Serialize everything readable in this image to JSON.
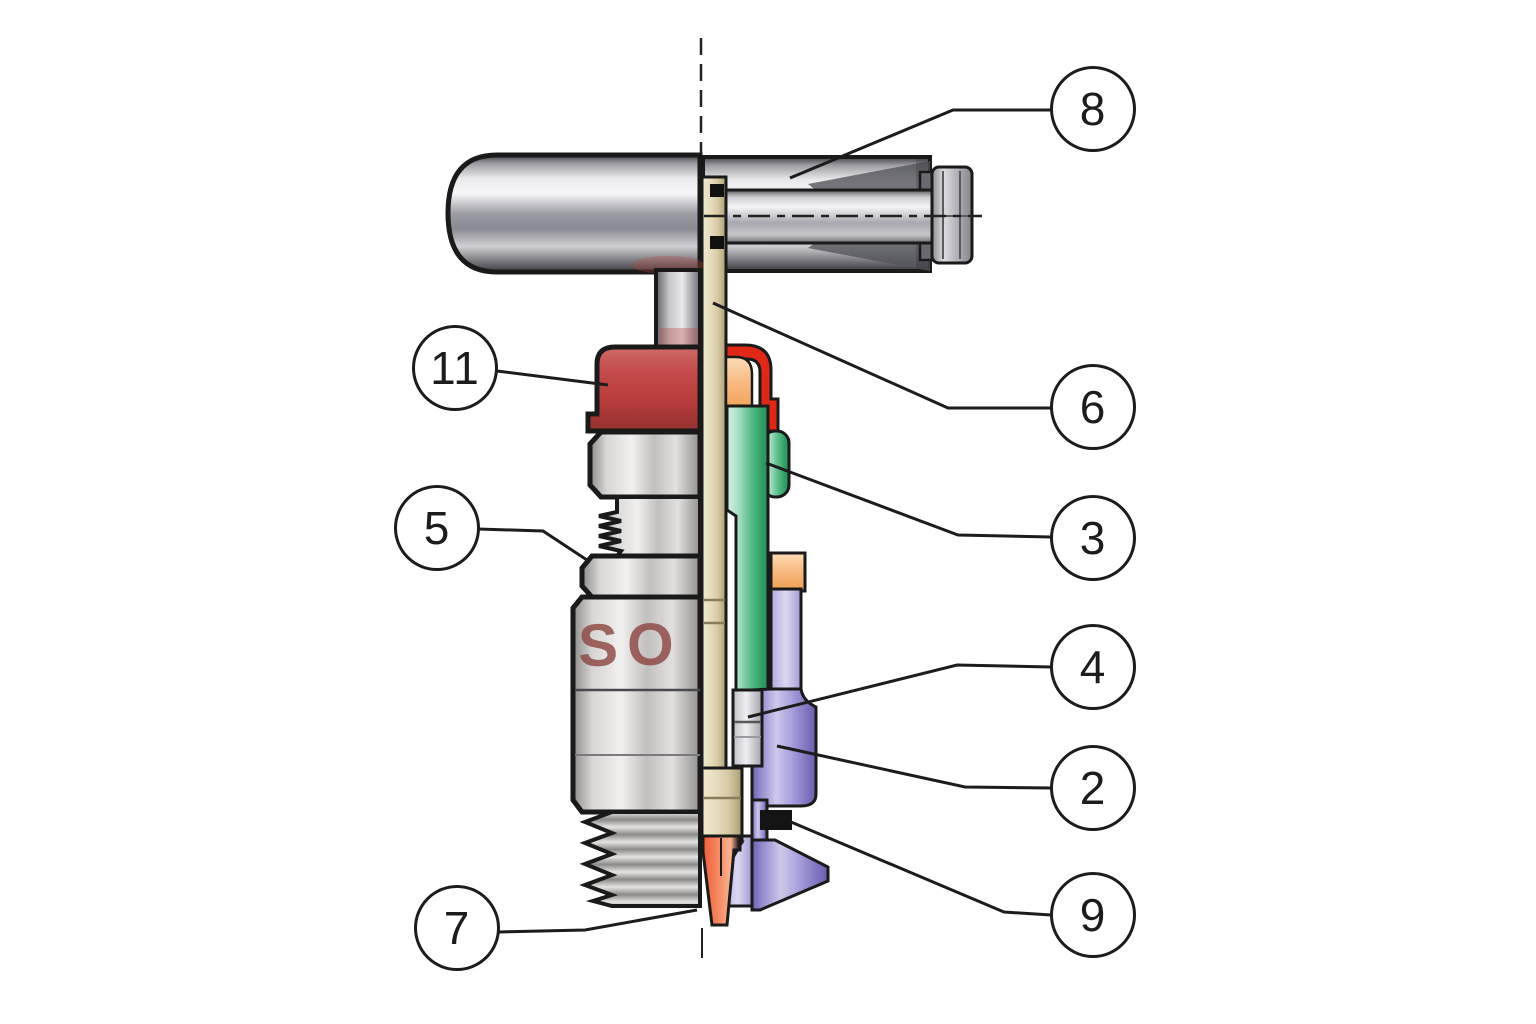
{
  "figure": {
    "description": "Cutaway technical illustration of a valve / spindle assembly, left half exterior view, right half cross-section",
    "body_marking": "SO"
  },
  "callouts": {
    "c8": "8",
    "c11": "11",
    "c6": "6",
    "c3": "3",
    "c5": "5",
    "c4": "4",
    "c2": "2",
    "c9": "9",
    "c7": "7"
  },
  "colors": {
    "outline": "#1a1a1a",
    "red_cap": "#bf4242",
    "seal_red": "#e02818",
    "stem_beige": "#e0d4ae",
    "bushing_green": "#2fa065",
    "insert_orange": "#f5a85f",
    "body_purple": "#8d84cc",
    "washer_silver": "#d6d6dc",
    "seal_black": "#141414",
    "tip_salmon": "#f26a4a"
  }
}
